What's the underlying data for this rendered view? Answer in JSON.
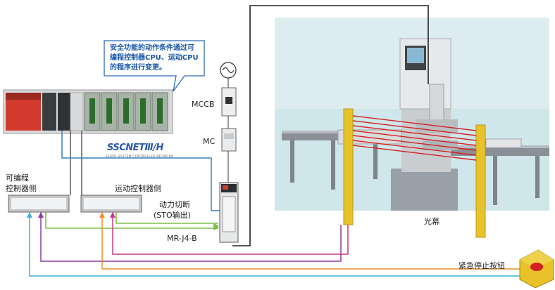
{
  "callout": {
    "line1": "安全功能的动作条件通过可",
    "line2": "编程控制器CPU、运动CPU",
    "line3": "的程序进行变更。"
  },
  "labels": {
    "mccb": "MCCB",
    "mc": "MC",
    "plc_side_1": "可编程",
    "plc_side_2": "控制器侧",
    "motion_side": "运动控制器侧",
    "power_cut_1": "动力切断",
    "power_cut_2": "(STO输出)",
    "servo_amp": "MR-J4-B",
    "light_curtain": "光幕",
    "estop": "紧急停止按钮",
    "network_logo": "SSCNETⅢ/H",
    "network_sub": "SERVO SYSTEM CONTROLLER NETWORK"
  },
  "colors": {
    "network_blue": "#3a7fc6",
    "wire_green": "#7cc046",
    "wire_orange": "#ee8f22",
    "wire_purple": "#8a3c9a",
    "wire_magenta": "#c0398a",
    "wire_cyan": "#3fb3d8",
    "beam_red": "#d42020",
    "curtain_yellow": "#e8c229",
    "background_panel": "#cce4e8"
  }
}
